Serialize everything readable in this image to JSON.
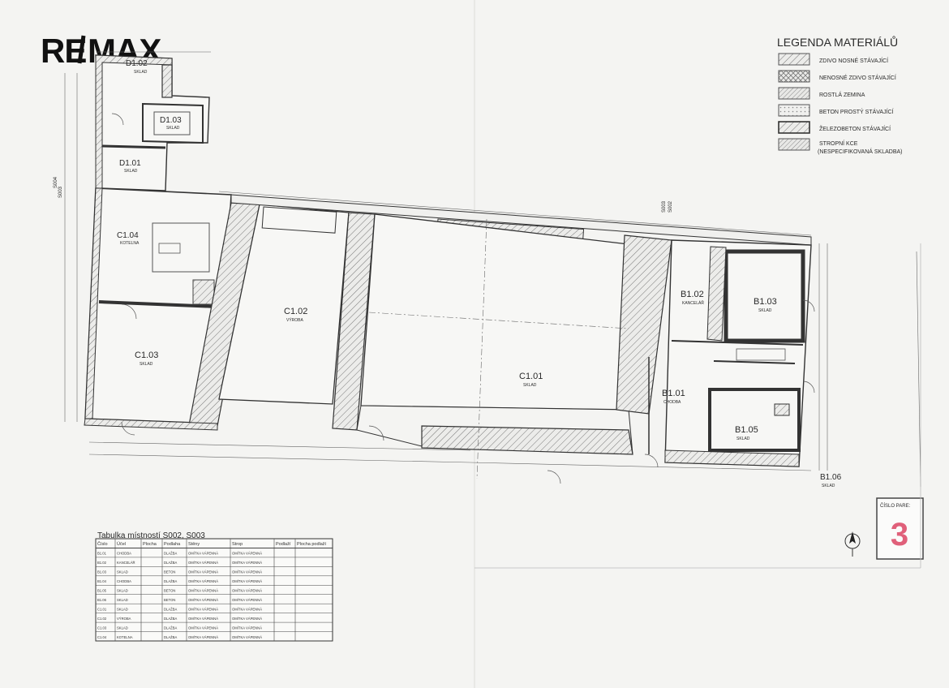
{
  "brand": {
    "logo_text": "RE/MAX"
  },
  "legend": {
    "title": "LEGENDA MATERIÁLŮ",
    "items": [
      {
        "label": "ZDIVO NOSNÉ STÁVAJÍCÍ",
        "pattern": "hatch-diag"
      },
      {
        "label": "NENOSNÉ ZDIVO STÁVAJÍCÍ",
        "pattern": "hatch-cross"
      },
      {
        "label": "ROSTLÁ ZEMINA",
        "pattern": "hatch-dense"
      },
      {
        "label": "BETON PROSTÝ STÁVAJÍCÍ",
        "pattern": "dots"
      },
      {
        "label": "ŽELEZOBETON STÁVAJÍCÍ",
        "pattern": "hatch-bold"
      },
      {
        "label": "STROPNÍ KCE",
        "pattern": "hatch-light"
      },
      {
        "label": "(NESPECIFIKOVANÁ SKLADBA)",
        "pattern": ""
      }
    ]
  },
  "rooms": {
    "d102": {
      "code": "D1.02",
      "name": "SKLAD"
    },
    "d103": {
      "code": "D1.03",
      "name": "SKLAD"
    },
    "d101": {
      "code": "D1.01",
      "name": "SKLAD"
    },
    "c104": {
      "code": "C1.04",
      "name": "KOTELNA"
    },
    "c103": {
      "code": "C1.03",
      "name": "SKLAD"
    },
    "c102": {
      "code": "C1.02",
      "name": "VÝROBA"
    },
    "c101": {
      "code": "C1.01",
      "name": "SKLAD"
    },
    "b102": {
      "code": "B1.02",
      "name": "KANCELÁŘ"
    },
    "b103": {
      "code": "B1.03",
      "name": "SKLAD"
    },
    "b101": {
      "code": "B1.01",
      "name": "CHODBA"
    },
    "b105": {
      "code": "B1.05",
      "name": "SKLAD"
    },
    "b106": {
      "code": "B1.06",
      "name": "SKLAD"
    }
  },
  "section_marks": {
    "left_top": "S004",
    "left_bottom": "S003",
    "right_top": "S003",
    "right_bottom": "S002"
  },
  "room_table": {
    "title": "Tabulka místností  S002, S003",
    "headers": [
      "Číslo",
      "Účel",
      "Plocha",
      "Podlaha",
      "Stěny",
      "Strop",
      "Podlaží",
      "Plocha podlaží"
    ],
    "rows": [
      [
        "B1.01",
        "CHODBA",
        "",
        "DLAŽBA",
        "OMÍTKA VÁPENNÁ",
        "OMÍTKA VÁPENNÁ",
        "",
        ""
      ],
      [
        "B1.02",
        "KANCELÁŘ",
        "",
        "DLAŽBA",
        "OMÍTKA VÁPENNÁ",
        "OMÍTKA VÁPENNÁ",
        "",
        ""
      ],
      [
        "B1.03",
        "SKLAD",
        "",
        "BETON",
        "OMÍTKA VÁPENNÁ",
        "OMÍTKA VÁPENNÁ",
        "",
        ""
      ],
      [
        "B1.04",
        "CHODBA",
        "",
        "DLAŽBA",
        "OMÍTKA VÁPENNÁ",
        "OMÍTKA VÁPENNÁ",
        "",
        ""
      ],
      [
        "B1.05",
        "SKLAD",
        "",
        "BETON",
        "OMÍTKA VÁPENNÁ",
        "OMÍTKA VÁPENNÁ",
        "",
        ""
      ],
      [
        "B1.06",
        "SKLAD",
        "",
        "BETON",
        "OMÍTKA VÁPENNÁ",
        "OMÍTKA VÁPENNÁ",
        "",
        ""
      ],
      [
        "C1.01",
        "SKLAD",
        "",
        "DLAŽBA",
        "OMÍTKA VÁPENNÁ",
        "OMÍTKA VÁPENNÁ",
        "",
        ""
      ],
      [
        "C1.02",
        "VÝROBA",
        "",
        "DLAŽBA",
        "OMÍTKA VÁPENNÁ",
        "OMÍTKA VÁPENNÁ",
        "",
        ""
      ],
      [
        "C1.03",
        "SKLAD",
        "",
        "DLAŽBA",
        "OMÍTKA VÁPENNÁ",
        "OMÍTKA VÁPENNÁ",
        "",
        ""
      ],
      [
        "C1.04",
        "KOTELNA",
        "",
        "DLAŽBA",
        "OMÍTKA VÁPENNÁ",
        "OMÍTKA VÁPENNÁ",
        "",
        ""
      ]
    ]
  },
  "sheet": {
    "label": "ČÍSLO PARE:",
    "number": "3",
    "number_color": "#e0607a"
  },
  "colors": {
    "paper": "#f4f4f2",
    "ink": "#2a2a2a",
    "sheet_number": "#e0607a"
  }
}
